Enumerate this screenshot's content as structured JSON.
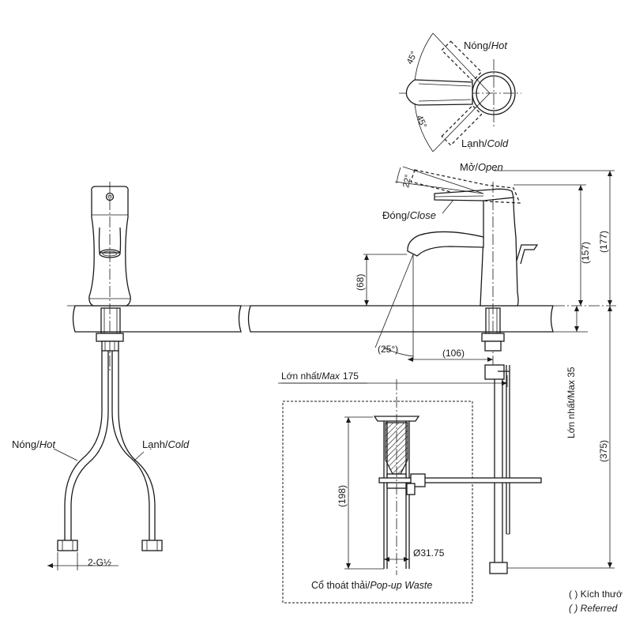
{
  "top_view": {
    "hot_vn": "Nóng/",
    "hot_en": "Hot",
    "cold_vn": "Lạnh/",
    "cold_en": "Cold",
    "angle_hot": "45°",
    "angle_cold": "45°"
  },
  "side_view": {
    "open_vn": "Mở/",
    "open_en": "Open",
    "close_vn": "Đóng/",
    "close_en": "Close",
    "angle_lever": "22°",
    "angle_spout": "(25°)",
    "dim_spout_height": "(68)",
    "dim_reach": "(106)",
    "dim_height_157": "(157)",
    "dim_height_177": "(177)",
    "dim_375": "(375)",
    "max_35": "Lớn nhất/Max 35",
    "max_175_vn": "Lớn nhất/",
    "max_175_en": "Max",
    "max_175_val": "175"
  },
  "front_view": {
    "hot_vn": "Nóng/",
    "hot_en": "Hot",
    "cold_vn": "Lạnh/",
    "cold_en": "Cold",
    "thread": "2-G½"
  },
  "waste": {
    "dim_198": "(198)",
    "diameter": "Ø31.75",
    "label_vn": "Cổ thoát thải/",
    "label_en": "Pop-up Waste"
  },
  "legend": {
    "line1": "( ) Kích thướ",
    "line2": "( ) Referred"
  }
}
